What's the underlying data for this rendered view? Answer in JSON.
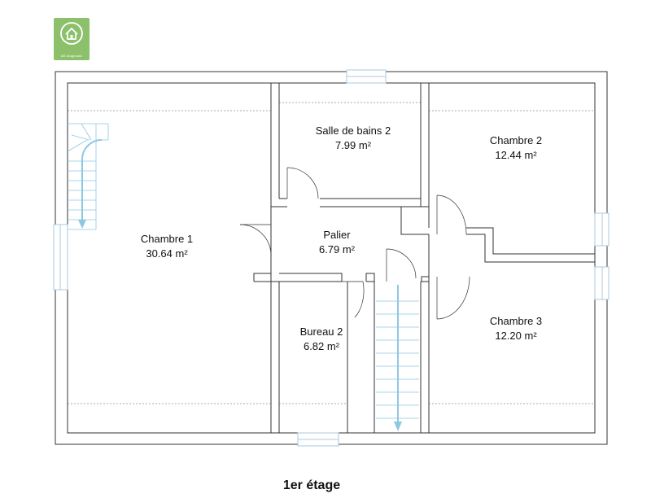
{
  "logo": {
    "caption": "AB Diagnostic",
    "color": "#8dc06a",
    "icon": "house-heart-icon"
  },
  "floor_title": "1er étage",
  "rooms": {
    "chambre1": {
      "name": "Chambre 1",
      "area": "30.64 m²"
    },
    "sdb2": {
      "name": "Salle de bains 2",
      "area": "7.99 m²"
    },
    "chambre2": {
      "name": "Chambre 2",
      "area": "12.44 m²"
    },
    "palier": {
      "name": "Palier",
      "area": "6.79 m²"
    },
    "bureau2": {
      "name": "Bureau 2",
      "area": "6.82 m²"
    },
    "chambre3": {
      "name": "Chambre 3",
      "area": "12.20 m²"
    }
  },
  "colors": {
    "wall": "#333333",
    "stair": "#8ec8e0",
    "window": "#a9c9e0"
  }
}
